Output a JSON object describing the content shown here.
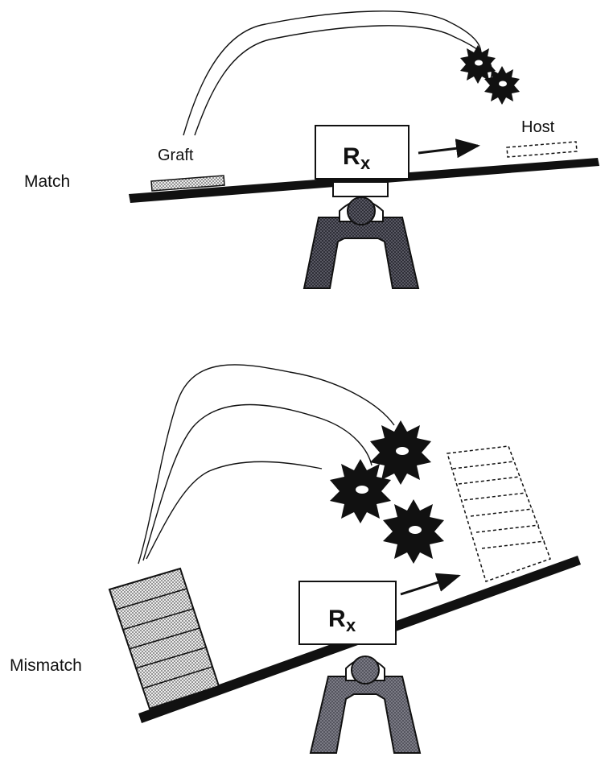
{
  "panels": {
    "match": {
      "label": "Match",
      "graft_label": "Graft",
      "host_label": "Host",
      "treatment": {
        "main": "R",
        "sub": "x"
      }
    },
    "mismatch": {
      "label": "Mismatch",
      "treatment": {
        "main": "R",
        "sub": "x"
      }
    }
  },
  "colors": {
    "ink": "#111111",
    "base": "#3a3a44",
    "base_light": "#5a5a66",
    "graft_fill": "#d9d9d9",
    "burst": "#111111"
  }
}
